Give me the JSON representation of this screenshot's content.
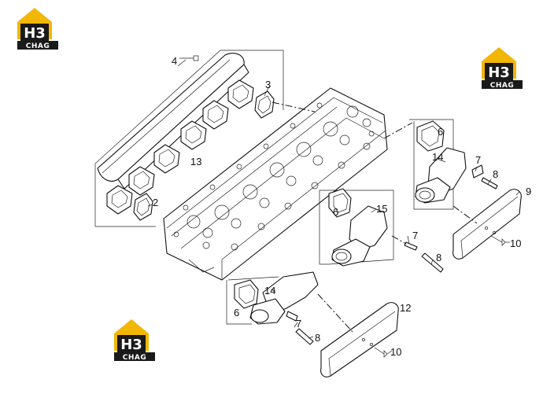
{
  "logo": {
    "letters": "H3",
    "subtitle": "CHAG"
  },
  "brand_colors": {
    "yellow": "#f2b705",
    "dark": "#1a1a1a"
  },
  "callouts": {
    "c4": "4",
    "c3": "3",
    "c13": "13",
    "c2": "2",
    "c6a": "6",
    "c14a": "14",
    "c7a": "7",
    "c8a": "8",
    "c9": "9",
    "c10a": "10",
    "c6b": "6",
    "c15": "15",
    "c7b": "7",
    "c8b": "8",
    "c14b": "14",
    "c6c": "6",
    "c7c": "7",
    "c8c": "8",
    "c12": "12",
    "c10b": "10"
  }
}
